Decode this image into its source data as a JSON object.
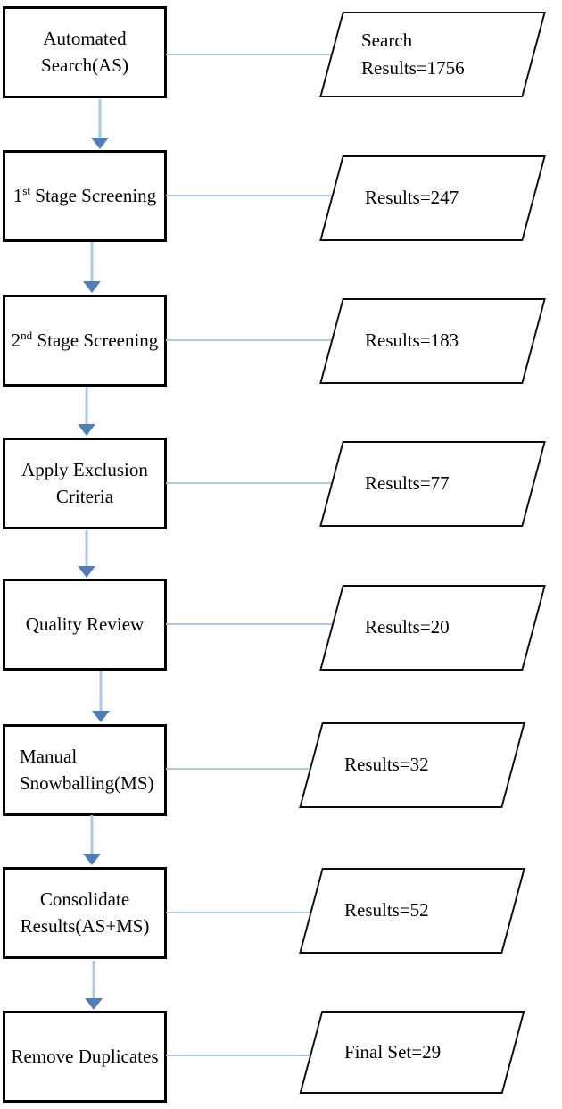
{
  "diagram": {
    "type": "flowchart",
    "colors": {
      "connector": "#abc8e6",
      "arrowhead": "#4f7db7",
      "box_border": "#000000",
      "background": "#ffffff",
      "text": "#000000"
    },
    "steps": [
      {
        "id": "automated-search",
        "label": "Automated Search(AS)",
        "label_lines": [
          "Automated",
          "Search(AS)"
        ],
        "output": "Search Results=1756",
        "output_lines": [
          "Search",
          "Results=1756"
        ]
      },
      {
        "id": "first-stage-screening",
        "label": "1st Stage Screening",
        "label_base": "1",
        "label_sup": "st",
        "label_rest": " Stage Screening",
        "output": "Results=247",
        "output_lines": [
          "Results=247"
        ]
      },
      {
        "id": "second-stage-screening",
        "label": "2nd Stage Screening",
        "label_base": "2",
        "label_sup": "nd",
        "label_rest": " Stage Screening",
        "output": "Results=183",
        "output_lines": [
          "Results=183"
        ]
      },
      {
        "id": "apply-exclusion-criteria",
        "label": "Apply Exclusion Criteria",
        "label_lines": [
          "Apply Exclusion",
          "Criteria"
        ],
        "output": "Results=77",
        "output_lines": [
          "Results=77"
        ]
      },
      {
        "id": "quality-review",
        "label": "Quality Review",
        "label_lines": [
          "Quality Review"
        ],
        "output": "Results=20",
        "output_lines": [
          "Results=20"
        ]
      },
      {
        "id": "manual-snowballing",
        "label": "Manual Snowballing(MS)",
        "label_lines": [
          "Manual",
          "Snowballing(MS)"
        ],
        "output": "Results=32",
        "output_lines": [
          "Results=32"
        ]
      },
      {
        "id": "consolidate-results",
        "label": "Consolidate Results(AS+MS)",
        "label_lines": [
          "Consolidate",
          "Results(AS+MS)"
        ],
        "output": "Results=52",
        "output_lines": [
          "Results=52"
        ]
      },
      {
        "id": "remove-duplicates",
        "label": "Remove Duplicates",
        "label_lines": [
          "Remove Duplicates"
        ],
        "output": "Final Set=29",
        "output_lines": [
          "Final Set=29"
        ]
      }
    ]
  }
}
